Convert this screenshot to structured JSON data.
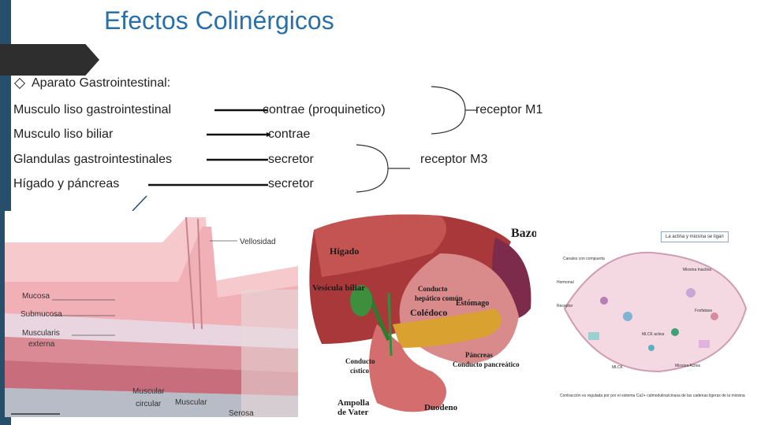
{
  "slide": {
    "title": "Efectos Colinérgicos",
    "bullet": "Aparato Gastrointestinal:"
  },
  "rows": [
    {
      "organ": "Musculo liso gastrointestinal",
      "effect": "contrae (proquinetico)"
    },
    {
      "organ": "Musculo liso biliar",
      "effect": "contrae"
    },
    {
      "organ": "Glandulas gastrointestinales",
      "effect": "secretor"
    },
    {
      "organ": "Hígado y páncreas",
      "effect": "secretor"
    }
  ],
  "receptors": {
    "m1": "receptor M1",
    "m3": "receptor M3"
  },
  "intestine_image": {
    "labels": {
      "vellosidad": "Vellosidad",
      "mucosa": "Mucosa",
      "submucosa": "Submucosa",
      "muscularis_1": "Muscularis",
      "muscularis_2": "externa",
      "muscular_circular_1": "Muscular",
      "muscular_circular_2": "circular",
      "muscular_long": "Muscular",
      "serosa": "Serosa"
    }
  },
  "digestive_image": {
    "labels": {
      "bazo": "Bazo",
      "higado": "Hígado",
      "vesicula": "Vesícula biliar",
      "conducto_hep_1": "Conducto",
      "conducto_hep_2": "hepático común",
      "estomago": "Estómago",
      "coledoco": "Colédoco",
      "pancreas": "Páncreas",
      "conducto_pancreatico": "Conducto pancreático",
      "conducto_cistico_1": "Conducto",
      "conducto_cistico_2": "cístico",
      "ampolla_1": "Ampolla",
      "ampolla_2": "de Vater",
      "duodeno": "Duodeno"
    }
  },
  "cell_image": {
    "labels": {
      "actina_miosina": "La actina y miosina se ligan",
      "canales": "Canales con compuerta",
      "hormonal": "Hormonal",
      "receptor": "Receptor",
      "miosina_inactiva": "Miosina Inactiva",
      "fosfatasa": "Fosfatasa",
      "mlck_activa": "MLCK activa",
      "miosina_activa": "Miosina Activa",
      "mlck": "MLCK",
      "caption": "Contracción es regulada por por el sistema Ca2+ calmodulina/cinasa de las cadenas ligeras de la miosina"
    }
  },
  "colors": {
    "title": "#2a6fa8",
    "rail": "#274e6b",
    "tab": "#2e2e2e"
  }
}
